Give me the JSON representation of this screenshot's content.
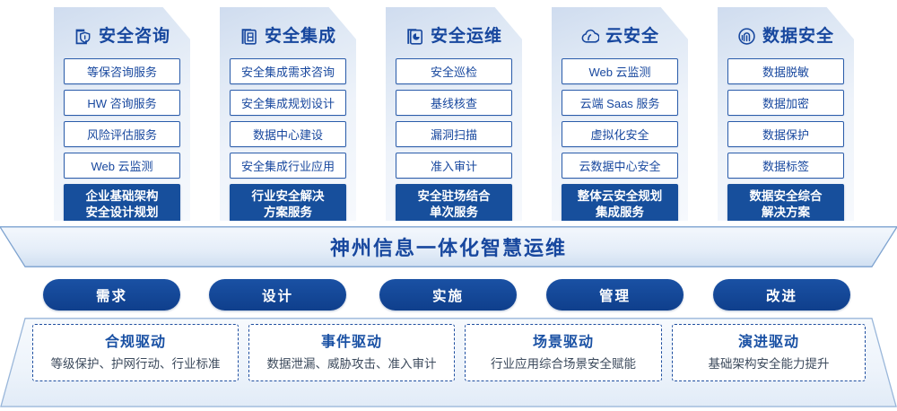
{
  "columns": [
    {
      "icon": "document-shield-icon",
      "title": "安全咨询",
      "items": [
        "等保咨询服务",
        "HW 咨询服务",
        "风险评估服务",
        "Web 云监测"
      ],
      "highlight": [
        "企业基础架构",
        "安全设计规划"
      ]
    },
    {
      "icon": "server-rack-icon",
      "title": "安全集成",
      "items": [
        "安全集成需求咨询",
        "安全集成规划设计",
        "数据中心建设",
        "安全集成行业应用"
      ],
      "highlight": [
        "行业安全解决",
        "方案服务"
      ]
    },
    {
      "icon": "monitor-chart-icon",
      "title": "安全运维",
      "items": [
        "安全巡检",
        "基线核查",
        "漏洞扫描",
        "准入审计"
      ],
      "highlight": [
        "安全驻场结合",
        "单次服务"
      ]
    },
    {
      "icon": "cloud-icon",
      "title": "云安全",
      "items": [
        "Web 云监测",
        "云端 Saas 服务",
        "虚拟化安全",
        "云数据中心安全"
      ],
      "highlight": [
        "整体云安全规划",
        "集成服务"
      ]
    },
    {
      "icon": "fingerprint-icon",
      "title": "数据安全",
      "items": [
        "数据脱敏",
        "数据加密",
        "数据保护",
        "数据标签"
      ],
      "highlight": [
        "数据安全综合",
        "解决方案"
      ]
    }
  ],
  "banner": {
    "text": "神州信息一体化智慧运维"
  },
  "phases": [
    {
      "label": "需求"
    },
    {
      "label": "设计"
    },
    {
      "label": "实施"
    },
    {
      "label": "管理"
    },
    {
      "label": "改进"
    }
  ],
  "drivers": [
    {
      "title": "合规驱动",
      "desc": "等级保护、护网行动、行业标准"
    },
    {
      "title": "事件驱动",
      "desc": "数据泄漏、威胁攻击、准入审计"
    },
    {
      "title": "场景驱动",
      "desc": "行业应用综合场景安全赋能"
    },
    {
      "title": "演进驱动",
      "desc": "基础架构安全能力提升"
    }
  ],
  "colors": {
    "brand_blue": "#17479e",
    "solid_blue": "#174f9c",
    "pill_blue": "#1a51a4",
    "panel_light": "#eef3fa",
    "dashed_border": "#1f4fa0"
  }
}
